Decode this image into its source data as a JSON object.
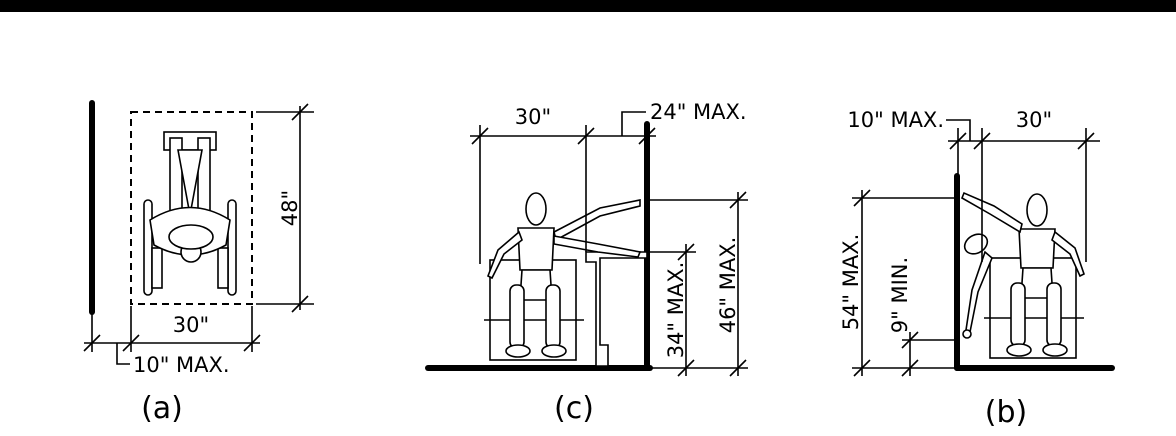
{
  "panels": {
    "a": {
      "caption": "(a)",
      "dims": {
        "width": "30\"",
        "depth": "48\"",
        "offset": "10\" MAX."
      }
    },
    "c": {
      "caption": "(c)",
      "dims": {
        "width": "30\"",
        "reach_depth": "24\" MAX.",
        "counter_height": "34\" MAX.",
        "reach_height": "46\" MAX."
      }
    },
    "b": {
      "caption": "(b)",
      "dims": {
        "offset": "10\" MAX.",
        "width": "30\"",
        "high_reach": "54\" MAX.",
        "low_reach": "9\" MIN."
      }
    }
  }
}
